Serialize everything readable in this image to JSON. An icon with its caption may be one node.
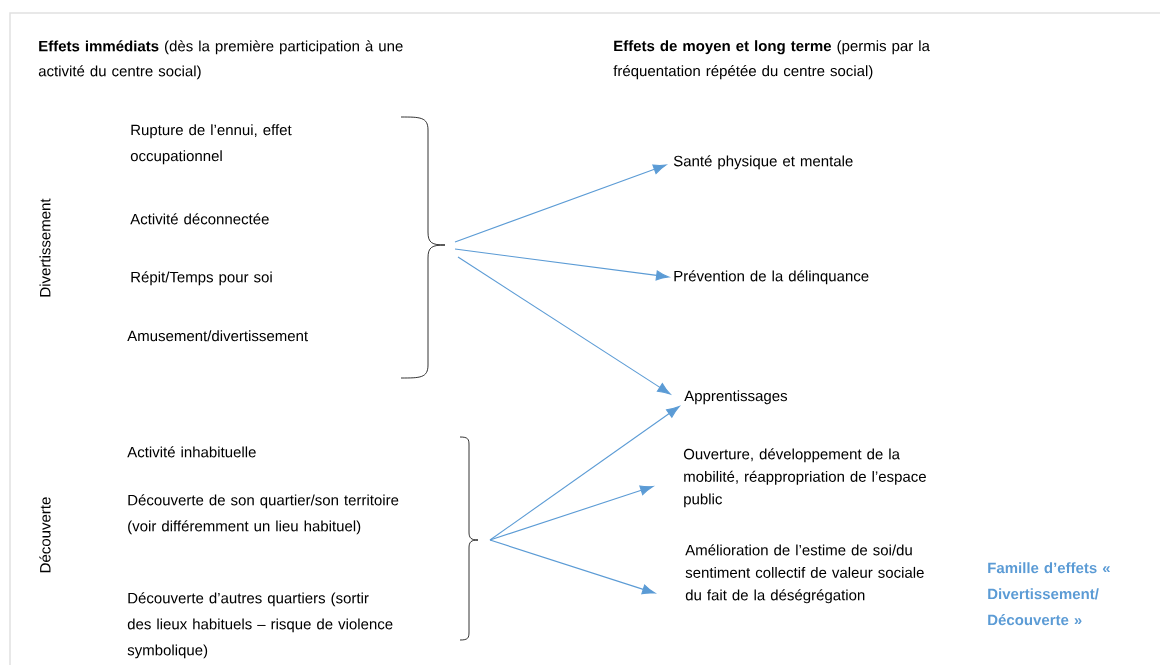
{
  "diagram": {
    "nodes": [
      {
        "text": [
          "Santé physique et mentale"
        ]
      },
      {
        "text": [
          "Prévention de la délinquance"
        ]
      },
      {
        "text": [
          "Apprentissages"
        ]
      },
      {
        "text": [
          "Ouverture, développement de la mobilité, réappropriation de l’espace public"
        ]
      },
      {
        "text": [
          "Amélioration de l’estime de soi/du sentiment collectif de valeur sociale du fait de la déségrégation"
        ]
      }
    ],
    "edges": [
      {
        "from": null,
        "to": 0,
        "arrow": "to"
      },
      {
        "from": null,
        "to": 1,
        "arrow": "to"
      },
      {
        "from": null,
        "to": 2,
        "arrow": "to"
      },
      {
        "from": null,
        "to": 2,
        "arrow": "to"
      },
      {
        "from": null,
        "to": 3,
        "arrow": "to"
      },
      {
        "from": null,
        "to": 4,
        "arrow": "to"
      }
    ],
    "labels": [
      "**Effets immédiats** (dès la première participation à une activité du centre social)",
      "**Effets de moyen et long terme** (permis par la fréquentation répétée du centre social)",
      "Rupture de l’ennui, effet occupationnel",
      "Divertissement",
      "Activité déconnectée",
      "Répit/Temps pour soi",
      "Amusement/divertissement",
      "Activité inhabituelle",
      "Découverte de son quartier/son territoire (voir différemment un lieu habituel)",
      "Découverte",
      "Découverte d’autres quartiers (sortir des lieux habituels – risque de violence symbolique)",
      "Famille d’effets « Divertissement/ Découverte »"
    ]
  }
}
